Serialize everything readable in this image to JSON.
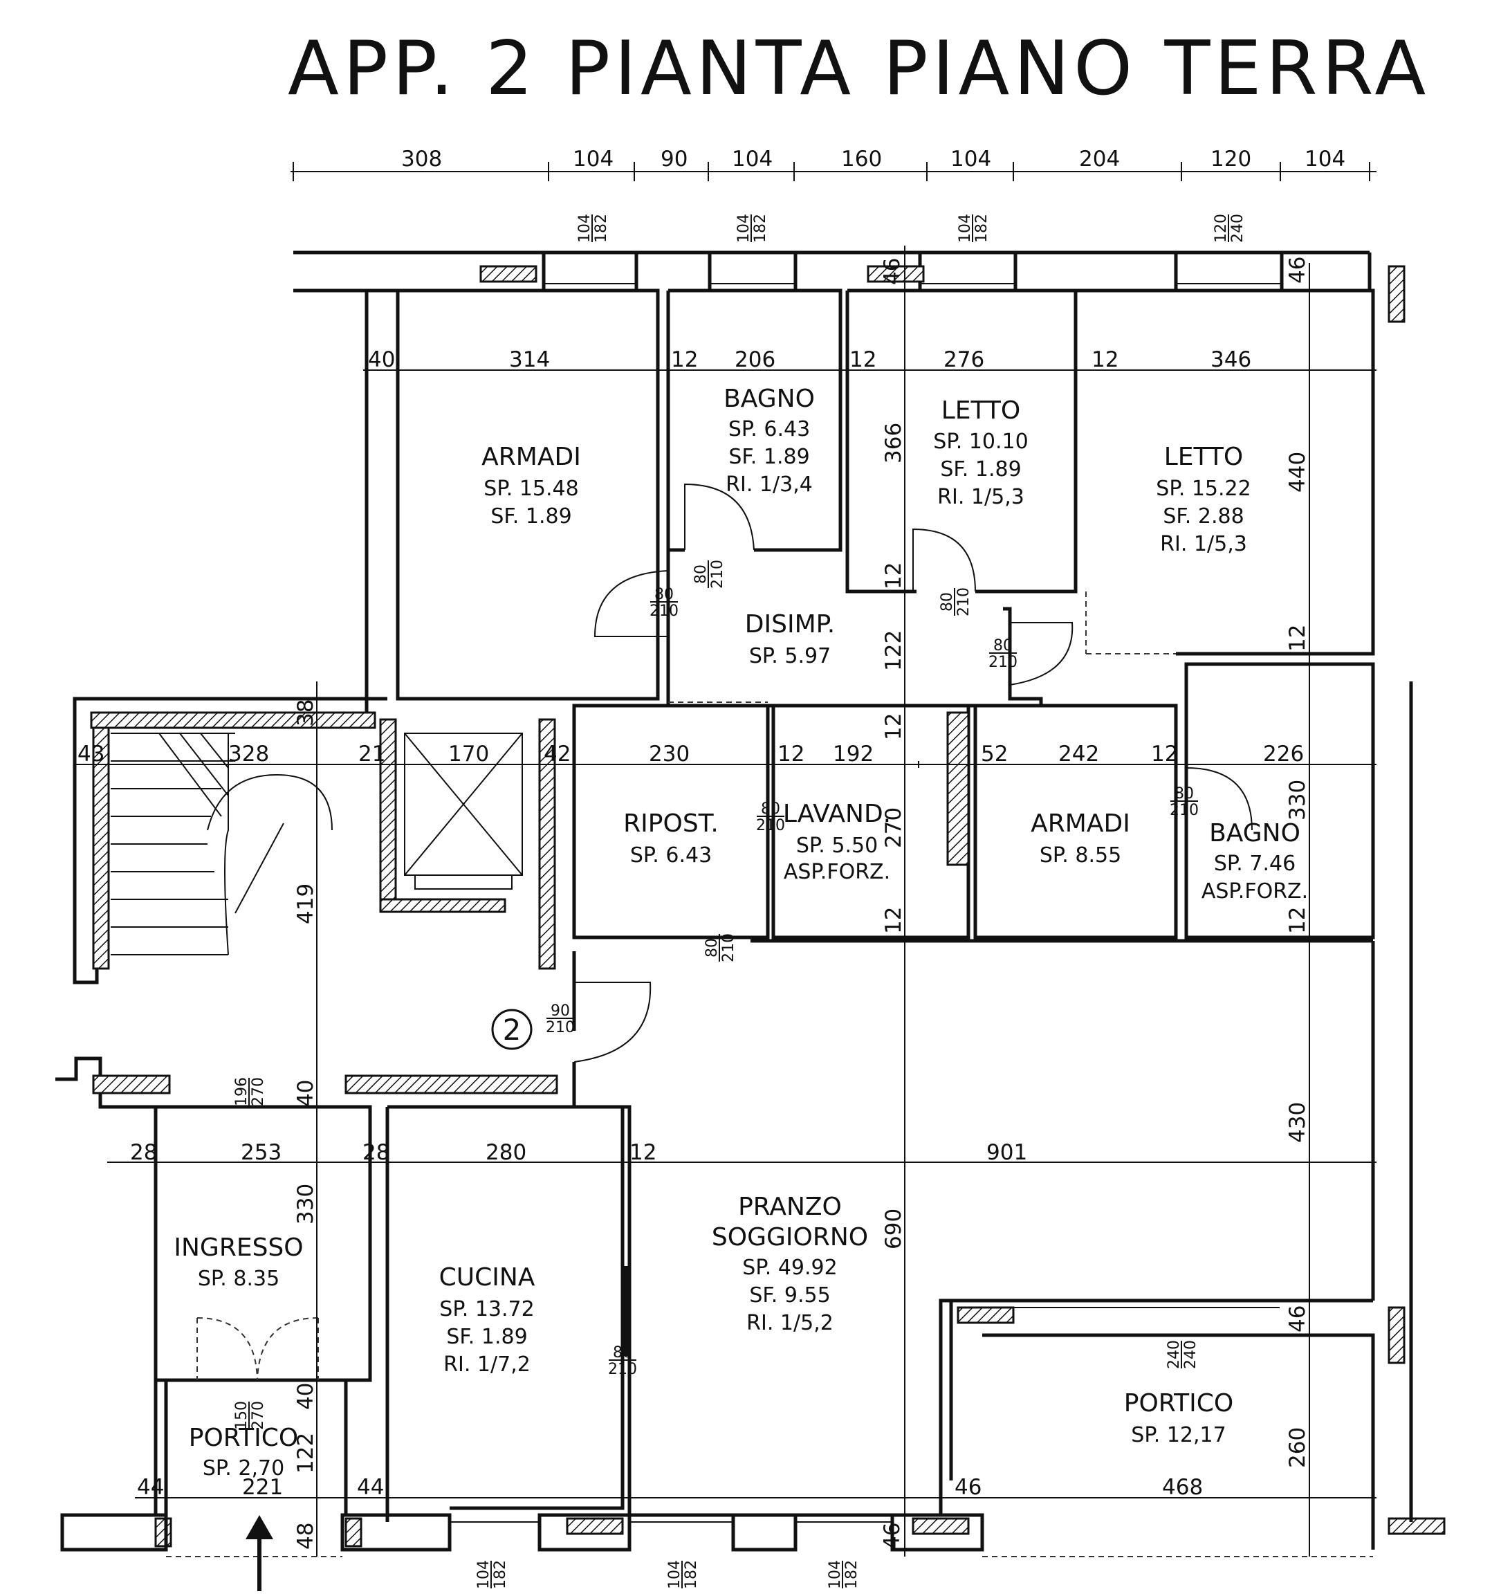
{
  "title": "APP. 2 PIANTA PIANO TERRA",
  "top_dimensions": [
    "308",
    "104",
    "90",
    "104",
    "160",
    "104",
    "204",
    "120",
    "104"
  ],
  "rooms": {
    "armadi_top": {
      "name": "ARMADI",
      "sp": "SP. 15.48",
      "sf": "SF. 1.89"
    },
    "bagno_top": {
      "name": "BAGNO",
      "sp": "SP. 6.43",
      "sf": "SF. 1.89",
      "ri": "RI. 1/3,4"
    },
    "letto_mid": {
      "name": "LETTO",
      "sp": "SP. 10.10",
      "sf": "SF. 1.89",
      "ri": "RI. 1/5,3"
    },
    "letto_right": {
      "name": "LETTO",
      "sp": "SP. 15.22",
      "sf": "SF. 2.88",
      "ri": "RI. 1/5,3"
    },
    "disimp": {
      "name": "DISIMP.",
      "sp": "SP. 5.97"
    },
    "ripost": {
      "name": "RIPOST.",
      "sp": "SP. 6.43"
    },
    "lavand": {
      "name": "LAVAND.",
      "sp": "SP. 5.50",
      "extra": "ASP.FORZ."
    },
    "armadi_mid": {
      "name": "ARMADI",
      "sp": "SP. 8.55"
    },
    "bagno_mid": {
      "name": "BAGNO",
      "sp": "SP. 7.46",
      "extra": "ASP.FORZ."
    },
    "ingresso": {
      "name": "INGRESSO",
      "sp": "SP. 8.35"
    },
    "cucina": {
      "name": "CUCINA",
      "sp": "SP. 13.72",
      "sf": "SF. 1.89",
      "ri": "RI. 1/7,2"
    },
    "pranzo": {
      "name1": "PRANZO",
      "name2": "SOGGIORNO",
      "sp": "SP. 49.92",
      "sf": "SF. 9.55",
      "ri": "RI. 1/5,2"
    },
    "portico_small": {
      "name": "PORTICO",
      "sp": "SP. 2,70"
    },
    "portico_large": {
      "name": "PORTICO",
      "sp": "SP. 12,17"
    }
  },
  "dims": {
    "d40a": "40",
    "d314": "314",
    "d12a": "12",
    "d206": "206",
    "d12b": "12",
    "d276": "276",
    "d12c": "12",
    "d346": "346",
    "d366": "366",
    "d440": "440",
    "d12d": "12",
    "d122a": "122",
    "d12e": "12",
    "d12f": "12",
    "d43": "43",
    "d328": "328",
    "d38": "38",
    "d21": "21",
    "d170": "170",
    "d42": "42",
    "d230": "230",
    "d12g": "12",
    "d192": "192",
    "d270": "270",
    "d52": "52",
    "d242": "242",
    "d12h": "12",
    "d226": "226",
    "d330a": "330",
    "d419": "419",
    "d12i": "12",
    "d12j": "12",
    "d40b": "40",
    "d28a": "28",
    "d253": "253",
    "d28b": "28",
    "d280": "280",
    "d12k": "12",
    "d901": "901",
    "d430": "430",
    "d330b": "330",
    "d690": "690",
    "d46a": "46",
    "d46b": "46",
    "d46c": "46",
    "d40c": "40",
    "d122b": "122",
    "d44a": "44",
    "d221": "221",
    "d44b": "44",
    "d46d": "46",
    "d468": "468",
    "d260": "260",
    "d48": "48",
    "d46e": "46"
  },
  "doors": {
    "bagno": [
      "80",
      "210"
    ],
    "disimp_left": [
      "80",
      "210"
    ],
    "letto": [
      "80",
      "210"
    ],
    "letto_right": [
      "80",
      "210"
    ],
    "ripost": [
      "80",
      "210"
    ],
    "bagno_mid": [
      "80",
      "210"
    ],
    "lavand": [
      "80",
      "210"
    ],
    "entrance": [
      "90",
      "210"
    ],
    "cucina": [
      "80",
      "210"
    ]
  },
  "windows": {
    "w1": [
      "104",
      "182"
    ],
    "w2": [
      "104",
      "182"
    ],
    "w3": [
      "104",
      "182"
    ],
    "w4": [
      "120",
      "240"
    ],
    "w5": [
      "104",
      "182"
    ],
    "w6": [
      "104",
      "182"
    ],
    "w7": [
      "104",
      "182"
    ],
    "ingresso_door": [
      "196",
      "270"
    ],
    "portico_door": [
      "150",
      "270"
    ],
    "portico_large": [
      "240",
      "240"
    ]
  },
  "apartment_number": "2"
}
